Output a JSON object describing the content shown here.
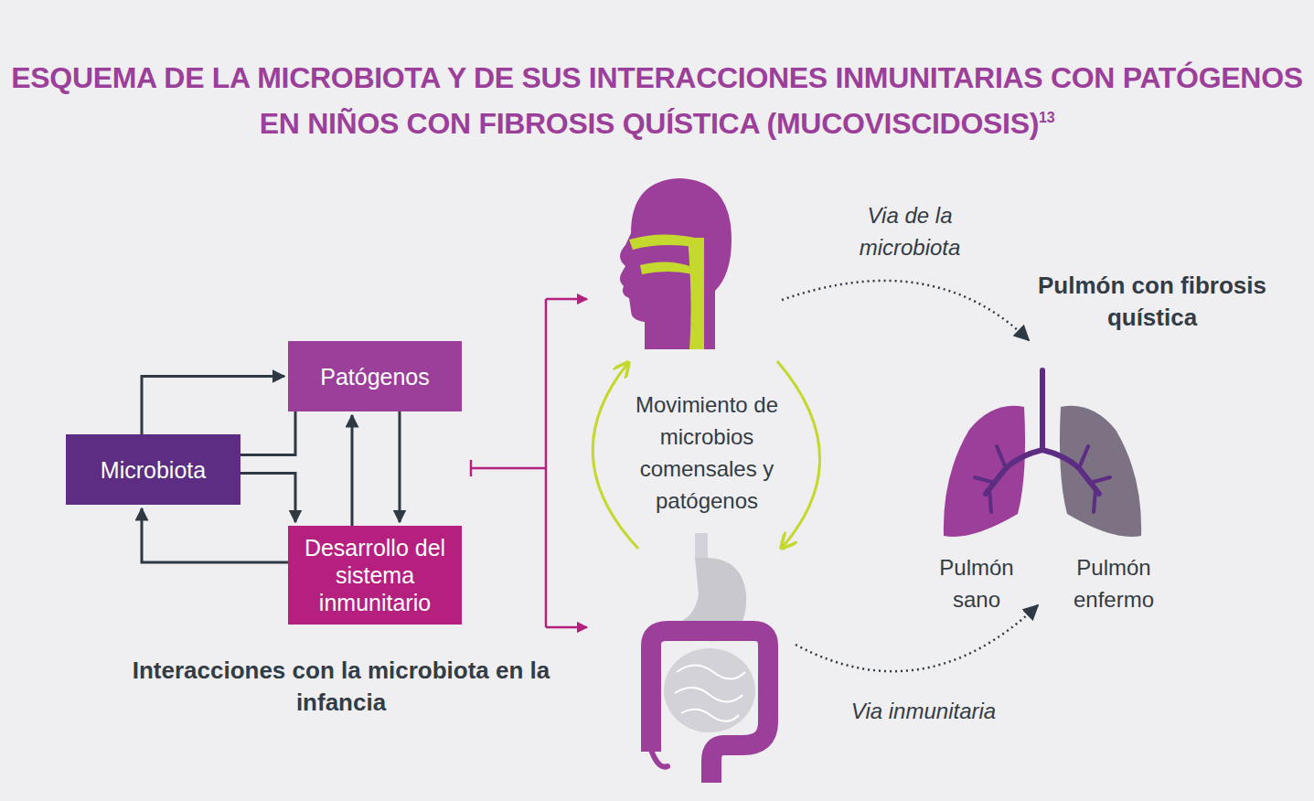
{
  "diagram": {
    "title": "ESQUEMA DE LA MICROBIOTA Y DE SUS INTERACCIONES INMUNITARIAS CON PATÓGENOS EN NIÑOS CON FIBROSIS QUÍSTICA (MUCOVISCIDOSIS)",
    "nodes": [
      {
        "text": [
          "Patógenos"
        ]
      },
      {
        "text": [
          "Microbiota"
        ]
      },
      {
        "text": [
          "Desarrollo del sistema inmunitario"
        ]
      }
    ],
    "edges": [
      {
        "from": 1,
        "to": 0,
        "arrow": "to"
      },
      {
        "from": 1,
        "to": 2,
        "arrow": "to"
      },
      {
        "from": 0,
        "to": 1,
        "arrow": "none"
      },
      {
        "from": 2,
        "to": 0,
        "arrow": "to"
      },
      {
        "from": 0,
        "to": 2,
        "arrow": "to"
      },
      {
        "from": 2,
        "to": 1,
        "arrow": "to"
      }
    ],
    "labels": [
      "13",
      "Interacciones con la microbiota en la infancia",
      "Movimiento de microbios comensales y patógenos",
      "Via de la microbiota",
      "Via inmunitaria",
      "Pulmón con fibrosis quística",
      "Pulmón sano",
      "Pulmón enfermo"
    ]
  }
}
